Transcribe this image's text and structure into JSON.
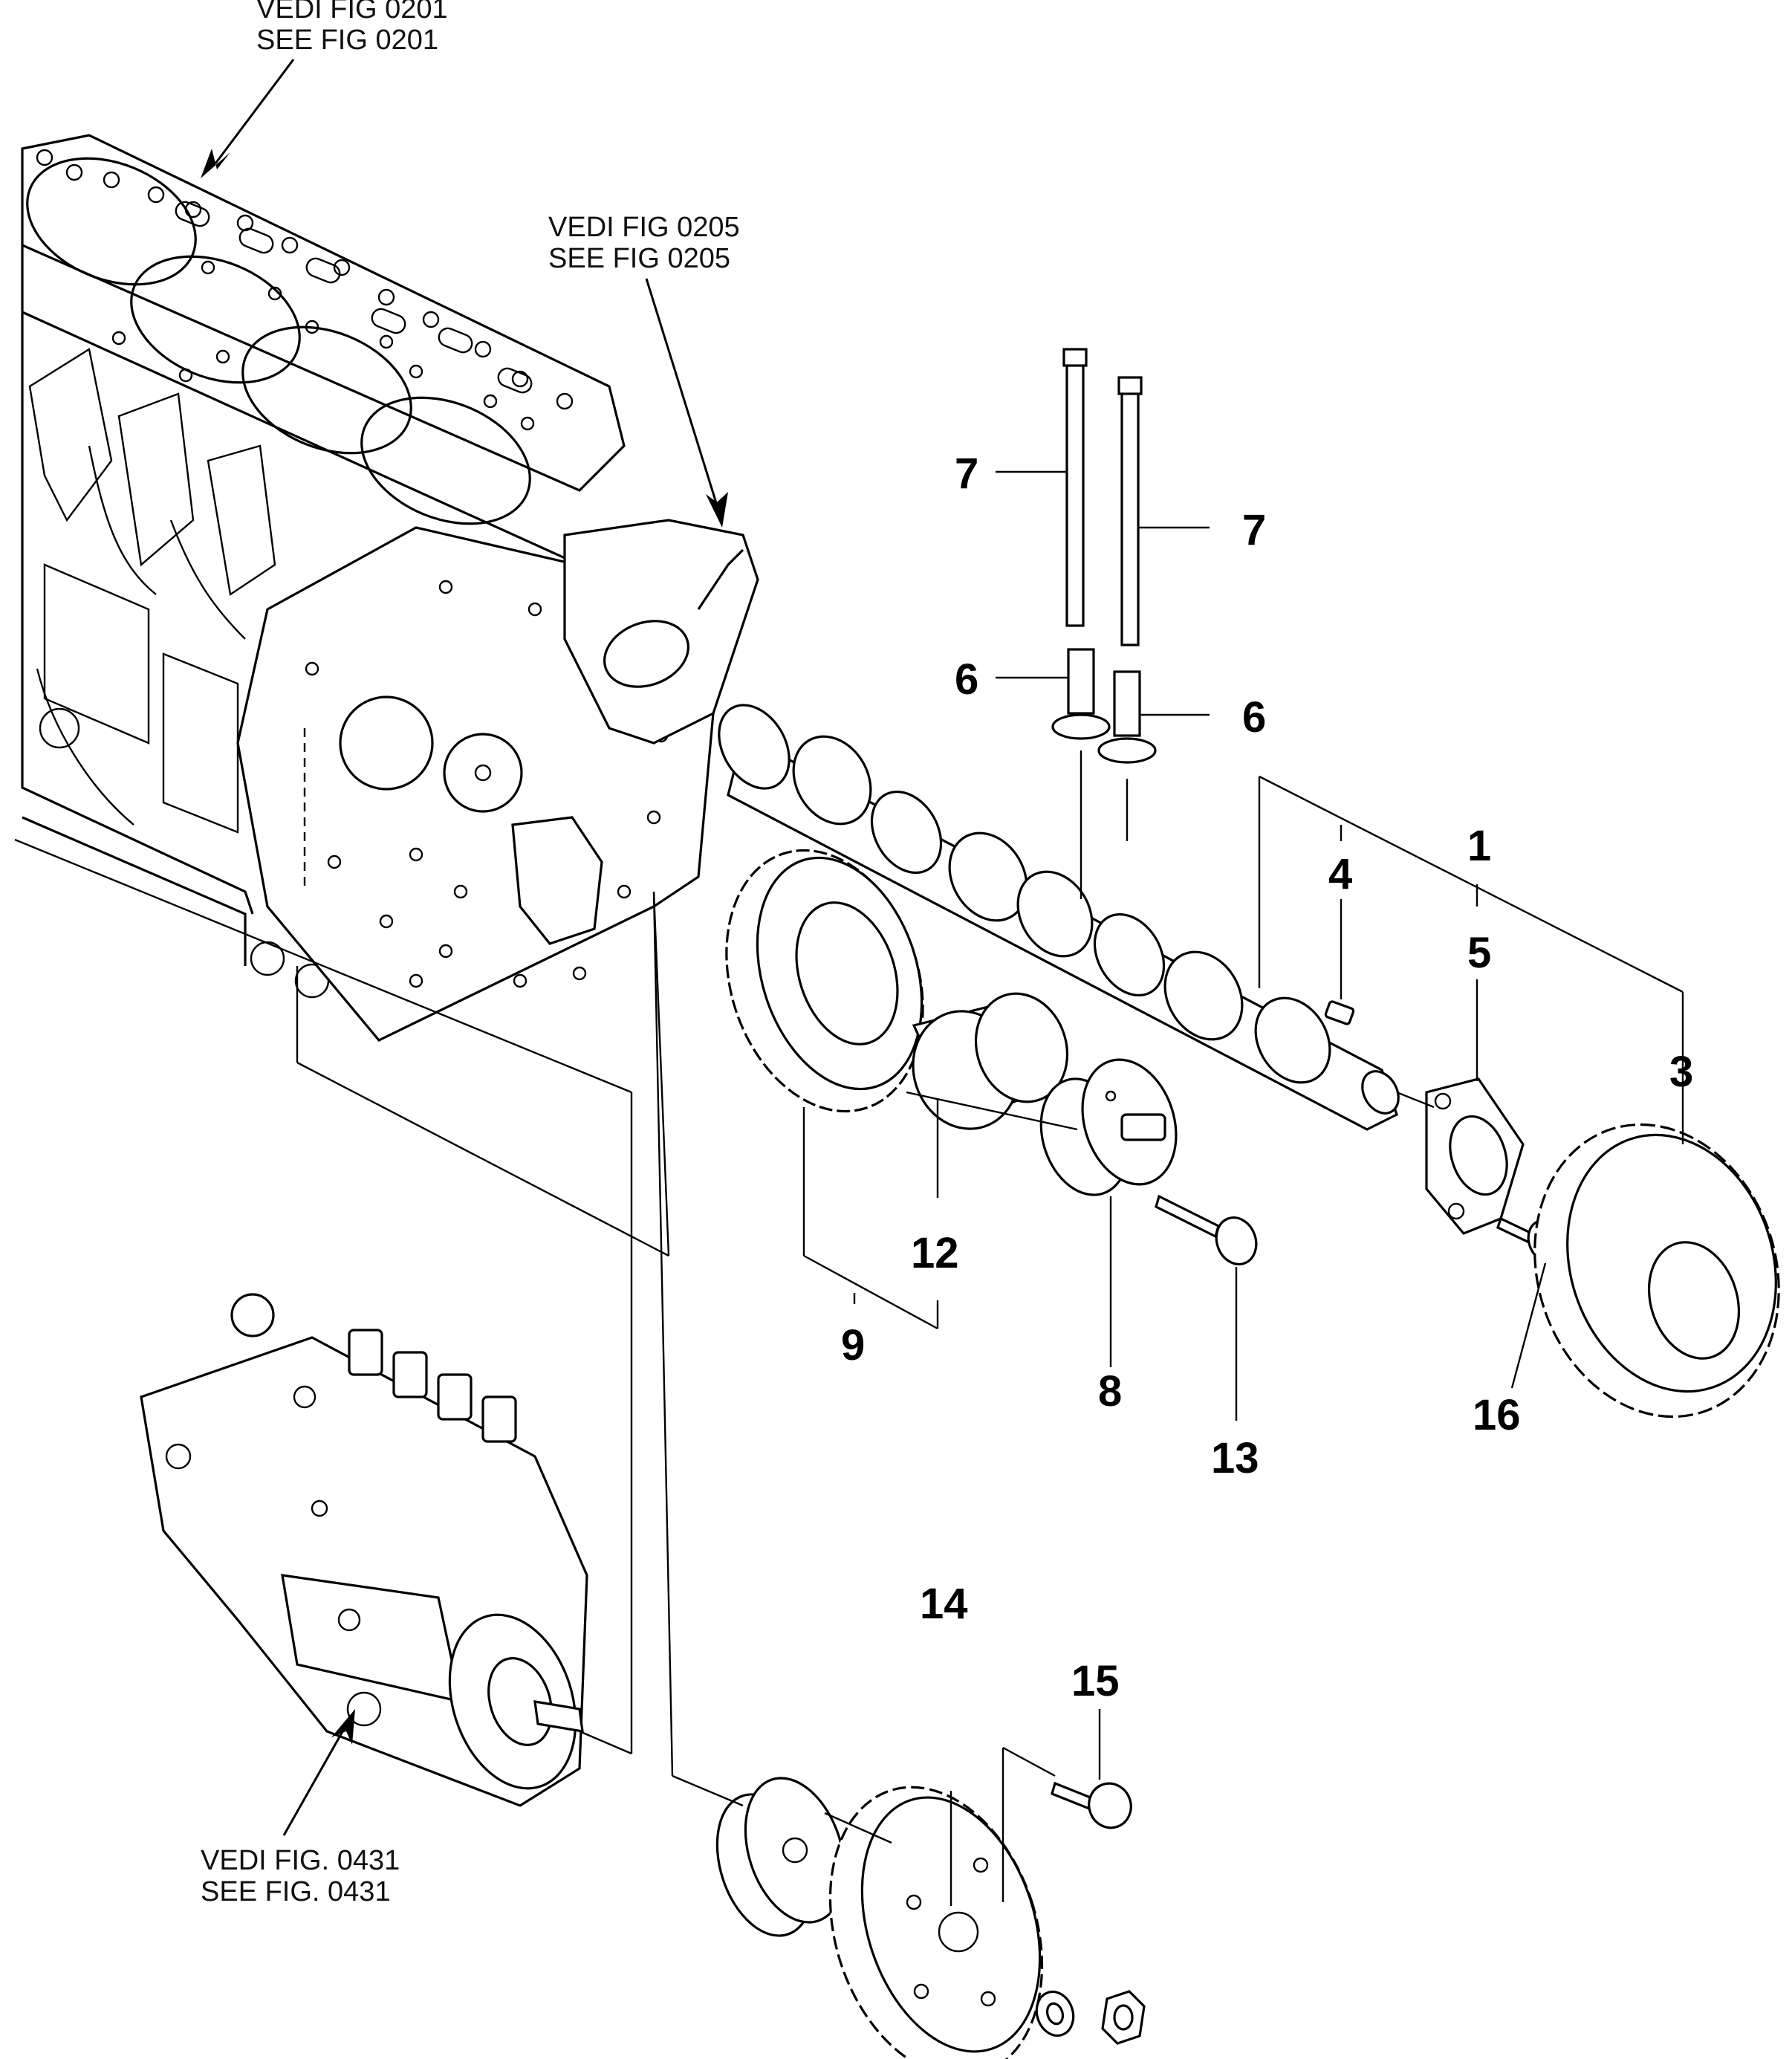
{
  "references": {
    "fig_0201_it": "VEDI FIG 0201",
    "fig_0201_en": "SEE FIG 0201",
    "fig_0205_it": "VEDI FIG 0205",
    "fig_0205_en": "SEE FIG 0205",
    "fig_0431_it": "VEDI FIG. 0431",
    "fig_0431_en": "SEE FIG. 0431"
  },
  "callouts": {
    "p1": "1",
    "p3": "3",
    "p4": "4",
    "p5": "5",
    "p6a": "6",
    "p6b": "6",
    "p7a": "7",
    "p7b": "7",
    "p8": "8",
    "p9": "9",
    "p12": "12",
    "p13": "13",
    "p14": "14",
    "p15": "15",
    "p16": "16"
  }
}
